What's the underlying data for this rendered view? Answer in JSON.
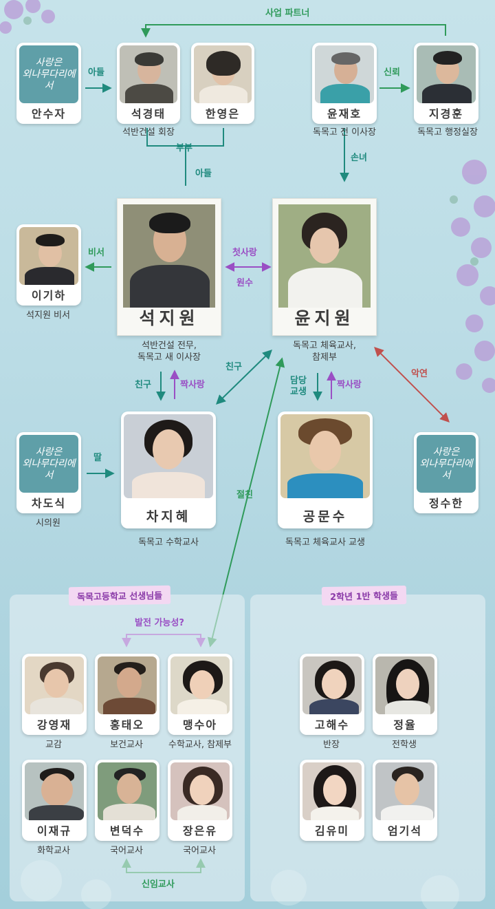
{
  "colors": {
    "teal": "#1f8a7e",
    "purple": "#9a4fc4",
    "red": "#c0504d",
    "name_text": "#3a3a3a"
  },
  "logo": {
    "line1": "사랑은",
    "line2": "외나무다리에서"
  },
  "top_relation": {
    "business_partner": "사업 파트너"
  },
  "people": {
    "an_suja": {
      "name": "안수자"
    },
    "seok_gyeongtae": {
      "name": "석경태",
      "role": "석반건설 회장"
    },
    "han_yeongeun": {
      "name": "한영은"
    },
    "yun_jaeho": {
      "name": "윤재호",
      "role": "독목고 전 이사장"
    },
    "ji_gyeonghun": {
      "name": "지경훈",
      "role": "독목고 행정실장"
    },
    "lee_giha": {
      "name": "이기하",
      "role": "석지원 비서"
    },
    "seok_jiwon": {
      "name": "석지원",
      "role_line1": "석반건설 전무,",
      "role_line2": "독목고 새 이사장"
    },
    "yun_jiwon": {
      "name": "윤지원",
      "role_line1": "독목고 체육교사,",
      "role_line2": "참제부"
    },
    "cha_dosik": {
      "name": "차도식",
      "role": "시의원"
    },
    "cha_jihye": {
      "name": "차지혜",
      "role": "독목고 수학교사"
    },
    "gong_munsu": {
      "name": "공문수",
      "role": "독목고 체육교사 교생"
    },
    "jeong_suhan": {
      "name": "정수한"
    }
  },
  "relations": {
    "son_an": "아들",
    "couple": "부부",
    "son": "아들",
    "trust": "신뢰",
    "granddaughter": "손녀",
    "secretary": "비서",
    "first_love": "첫사랑",
    "enemy": "원수",
    "friend_left": "친구",
    "crush_left": "짝사랑",
    "friend_diag": "친구",
    "in_charge_line1": "담당",
    "in_charge_line2": "교생",
    "crush_right": "짝사랑",
    "bad_blood": "악연",
    "daughter": "딸",
    "best_friend": "절친"
  },
  "teachers_panel": {
    "title": "독목고등학교 선생님들",
    "possibility": "발전 가능성?",
    "new_teacher": "신임교사",
    "members": [
      {
        "name": "강영재",
        "role": "교감"
      },
      {
        "name": "홍태오",
        "role": "보건교사"
      },
      {
        "name": "맹수아",
        "role": "수학교사, 참제부"
      },
      {
        "name": "이재규",
        "role": "화학교사"
      },
      {
        "name": "변덕수",
        "role": "국어교사"
      },
      {
        "name": "장은유",
        "role": "국어교사"
      }
    ]
  },
  "students_panel": {
    "title": "2학년 1반 학생들",
    "members": [
      {
        "name": "고해수",
        "role": "반장"
      },
      {
        "name": "정율",
        "role": "전학생"
      },
      {
        "name": "김유미",
        "role": ""
      },
      {
        "name": "엄기석",
        "role": ""
      }
    ]
  }
}
